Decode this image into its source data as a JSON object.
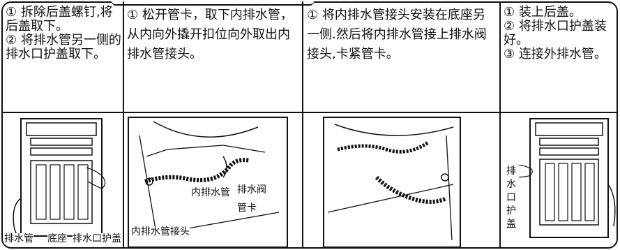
{
  "steps": {
    "col1": [
      "① 拆除后盖螺钉,将后盖取下。",
      "② 将排水管另一侧的排水口护盖取下。"
    ],
    "col2": [
      "① 松开管卡，取下内排水管，从内向外撬开扣位向外取出内排水管接头。"
    ],
    "col3": [
      "① 将内排水管接头安装在底座另一侧.然后将内排水管接上排水阀接头,卡紧管卡。"
    ],
    "col4": [
      "① 装上后盖。",
      "② 将排水口护盖装好。",
      "③ 连接外排水管。"
    ]
  },
  "labels": {
    "p1": [
      "排水管",
      "底座",
      "排水口护盖"
    ],
    "p2": [
      "内排水管",
      "排水阀",
      "管卡",
      "内排水管接头"
    ],
    "p4": "排水口护盖"
  }
}
